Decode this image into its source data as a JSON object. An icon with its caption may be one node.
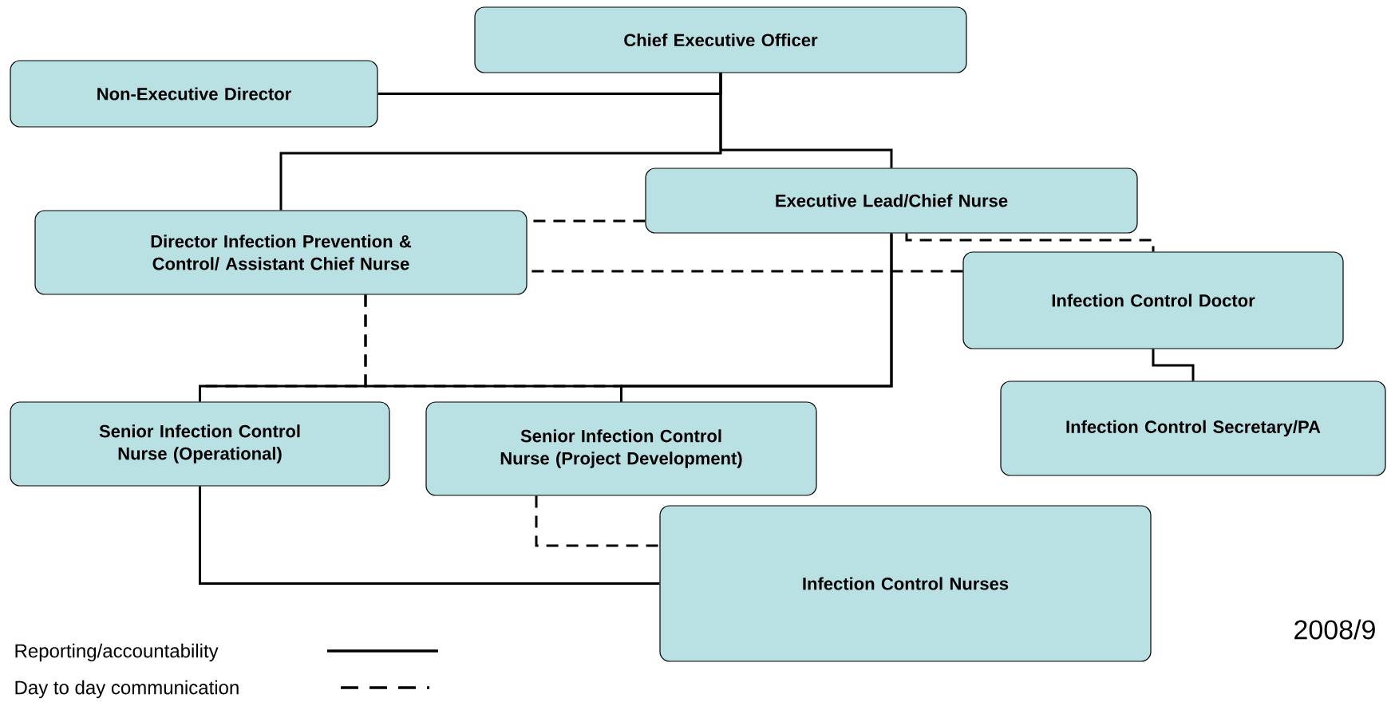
{
  "diagram": {
    "nodes": [
      {
        "text": [
          "Chief Executive Officer"
        ]
      },
      {
        "text": [
          "Non-Executive Director"
        ]
      },
      {
        "text": [
          "Director Infection Prevention & Control/ Assistant Chief Nurse"
        ]
      },
      {
        "text": [
          "Executive Lead/Chief Nurse"
        ]
      },
      {
        "text": [
          "Infection Control Doctor"
        ]
      },
      {
        "text": [
          "Infection Control Secretary/PA"
        ]
      },
      {
        "text": [
          "Senior Infection Control Nurse (Operational)"
        ]
      },
      {
        "text": [
          "Senior Infection Control Nurse (Project Development)"
        ]
      },
      {
        "text": [
          "Infection Control Nurses"
        ]
      }
    ],
    "edges": [
      {
        "from": 0,
        "to": 1,
        "arrow": "none"
      },
      {
        "from": 0,
        "to": 2,
        "arrow": "none"
      },
      {
        "from": 0,
        "to": 3,
        "arrow": "none"
      },
      {
        "from": 3,
        "to": 2,
        "arrow": "none",
        "style": "dashed"
      },
      {
        "from": 4,
        "to": 2,
        "arrow": "none",
        "style": "dashed"
      },
      {
        "from": 3,
        "to": 4,
        "arrow": "none",
        "style": "dashed"
      },
      {
        "from": 3,
        "to": 6,
        "arrow": "none"
      },
      {
        "from": 3,
        "to": 7,
        "arrow": "none"
      },
      {
        "from": 2,
        "to": 6,
        "arrow": "none",
        "style": "dashed"
      },
      {
        "from": 2,
        "to": 7,
        "arrow": "none",
        "style": "dashed"
      },
      {
        "from": 4,
        "to": 5,
        "arrow": "none"
      },
      {
        "from": 6,
        "to": 8,
        "arrow": "none"
      },
      {
        "from": 7,
        "to": 8,
        "arrow": "none",
        "style": "dashed"
      }
    ],
    "labels": [
      "2008/9"
    ],
    "legend": [
      {
        "text": "Reporting/accountability"
      },
      {
        "text": "Day to day communication"
      }
    ]
  }
}
